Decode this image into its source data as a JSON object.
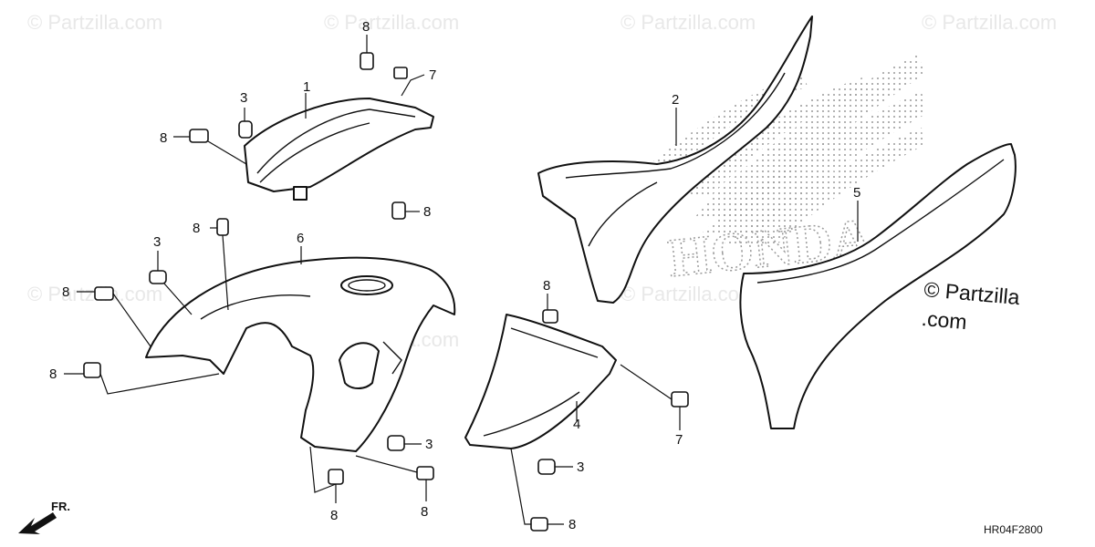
{
  "watermark": "© Partzilla.com",
  "copyright": "© Partzilla.com",
  "diagram_code": "HR04F2800",
  "front_arrow_label": "FR.",
  "brand_text": "HONDA",
  "callouts": {
    "c1": "1",
    "c2": "2",
    "c3a": "3",
    "c3b": "3",
    "c3c": "3",
    "c3d": "3",
    "c4": "4",
    "c5": "5",
    "c6": "6",
    "c7a": "7",
    "c7b": "7",
    "c8a": "8",
    "c8b": "8",
    "c8c": "8",
    "c8d": "8",
    "c8e": "8",
    "c8f": "8",
    "c8g": "8",
    "c8h": "8",
    "c8i": "8",
    "c8j": "8"
  }
}
